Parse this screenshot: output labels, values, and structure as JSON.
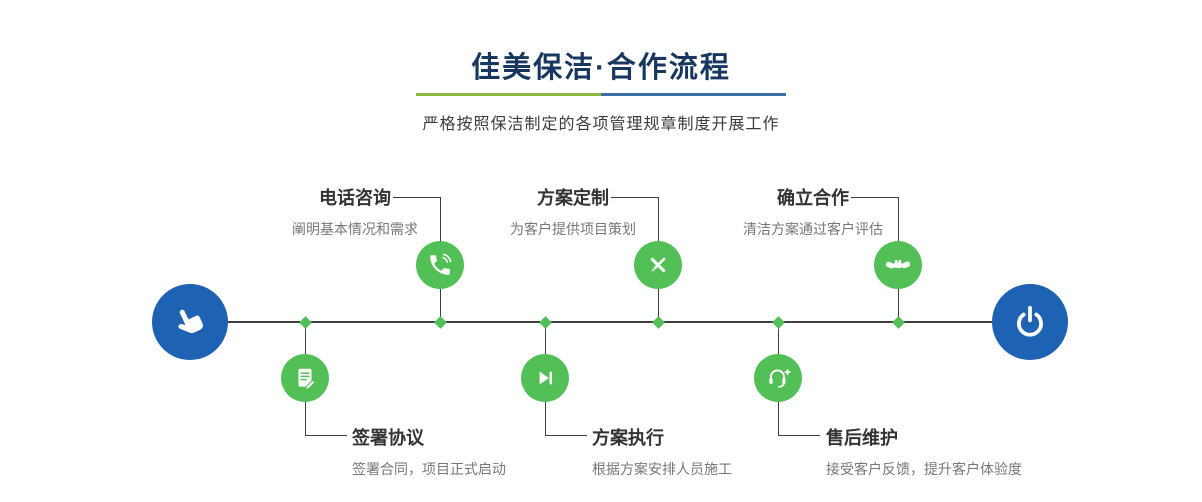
{
  "page": {
    "title": "佳美保洁·合作流程",
    "subtitle": "严格按照保洁制定的各项管理规章制度开展工作"
  },
  "steps": [
    {
      "title": "电话咨询",
      "desc": "阐明基本情况和需求",
      "icon": "phone-icon",
      "position": "top"
    },
    {
      "title": "方案定制",
      "desc": "为客户提供项目策划",
      "icon": "design-tools-icon",
      "position": "top"
    },
    {
      "title": "确立合作",
      "desc": "清洁方案通过客户评估",
      "icon": "handshake-icon",
      "position": "top"
    },
    {
      "title": "签署协议",
      "desc": "签署合同，项目正式启动",
      "icon": "contract-icon",
      "position": "bottom"
    },
    {
      "title": "方案执行",
      "desc": "根据方案安排人员施工",
      "icon": "play-next-icon",
      "position": "bottom"
    },
    {
      "title": "售后维护",
      "desc": "接受客户反馈，提升客户体验度",
      "icon": "headset-support-icon",
      "position": "bottom"
    }
  ],
  "endpoints": {
    "start_icon": "pointing-hand-icon",
    "end_icon": "power-icon"
  },
  "colors": {
    "node_green": "#53c057",
    "node_blue": "#1e62b4",
    "title_navy": "#17375e",
    "underline_green": "#8cb93e",
    "underline_blue": "#3a6ea5",
    "line_gray": "#3f3f3f"
  }
}
